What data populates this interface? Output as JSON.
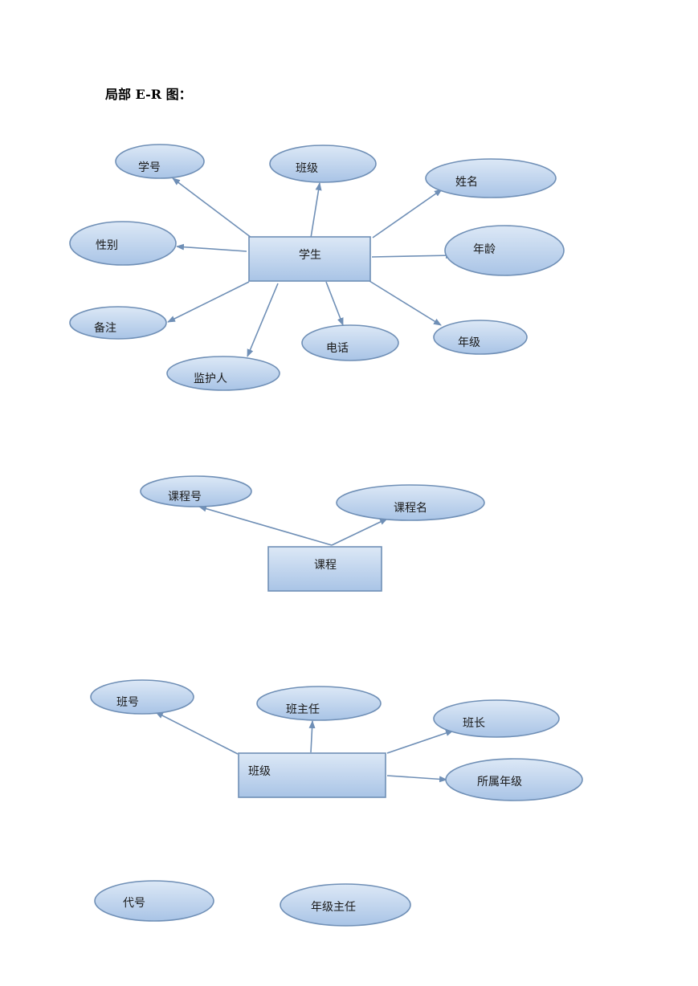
{
  "title": "局部 E-R 图：",
  "colors": {
    "fill_top": "#dce8f6",
    "fill_bottom": "#a9c4e6",
    "stroke": "#6f8fb6",
    "arrow": "#6f8fb6",
    "text": "#1a1a1a"
  },
  "diagrams": [
    {
      "id": "student",
      "entity": {
        "id": "student-entity",
        "label": "学生"
      },
      "attributes": [
        {
          "id": "student-no",
          "label": "学号"
        },
        {
          "id": "student-class",
          "label": "班级"
        },
        {
          "id": "student-name",
          "label": "姓名"
        },
        {
          "id": "student-gender",
          "label": "性别"
        },
        {
          "id": "student-age",
          "label": "年龄"
        },
        {
          "id": "student-remark",
          "label": "备注"
        },
        {
          "id": "student-phone",
          "label": "电话"
        },
        {
          "id": "student-grade",
          "label": "年级"
        },
        {
          "id": "student-guardian",
          "label": "监护人"
        }
      ]
    },
    {
      "id": "course",
      "entity": {
        "id": "course-entity",
        "label": "课程"
      },
      "attributes": [
        {
          "id": "course-no",
          "label": "课程号"
        },
        {
          "id": "course-name",
          "label": "课程名"
        }
      ]
    },
    {
      "id": "class",
      "entity": {
        "id": "class-entity",
        "label": "班级"
      },
      "attributes": [
        {
          "id": "class-no",
          "label": "班号"
        },
        {
          "id": "class-teacher",
          "label": "班主任"
        },
        {
          "id": "class-monitor",
          "label": "班长"
        },
        {
          "id": "class-grade",
          "label": "所属年级"
        }
      ]
    },
    {
      "id": "grade",
      "entity": null,
      "attributes": [
        {
          "id": "grade-code",
          "label": "代号"
        },
        {
          "id": "grade-director",
          "label": "年级主任"
        }
      ]
    }
  ]
}
